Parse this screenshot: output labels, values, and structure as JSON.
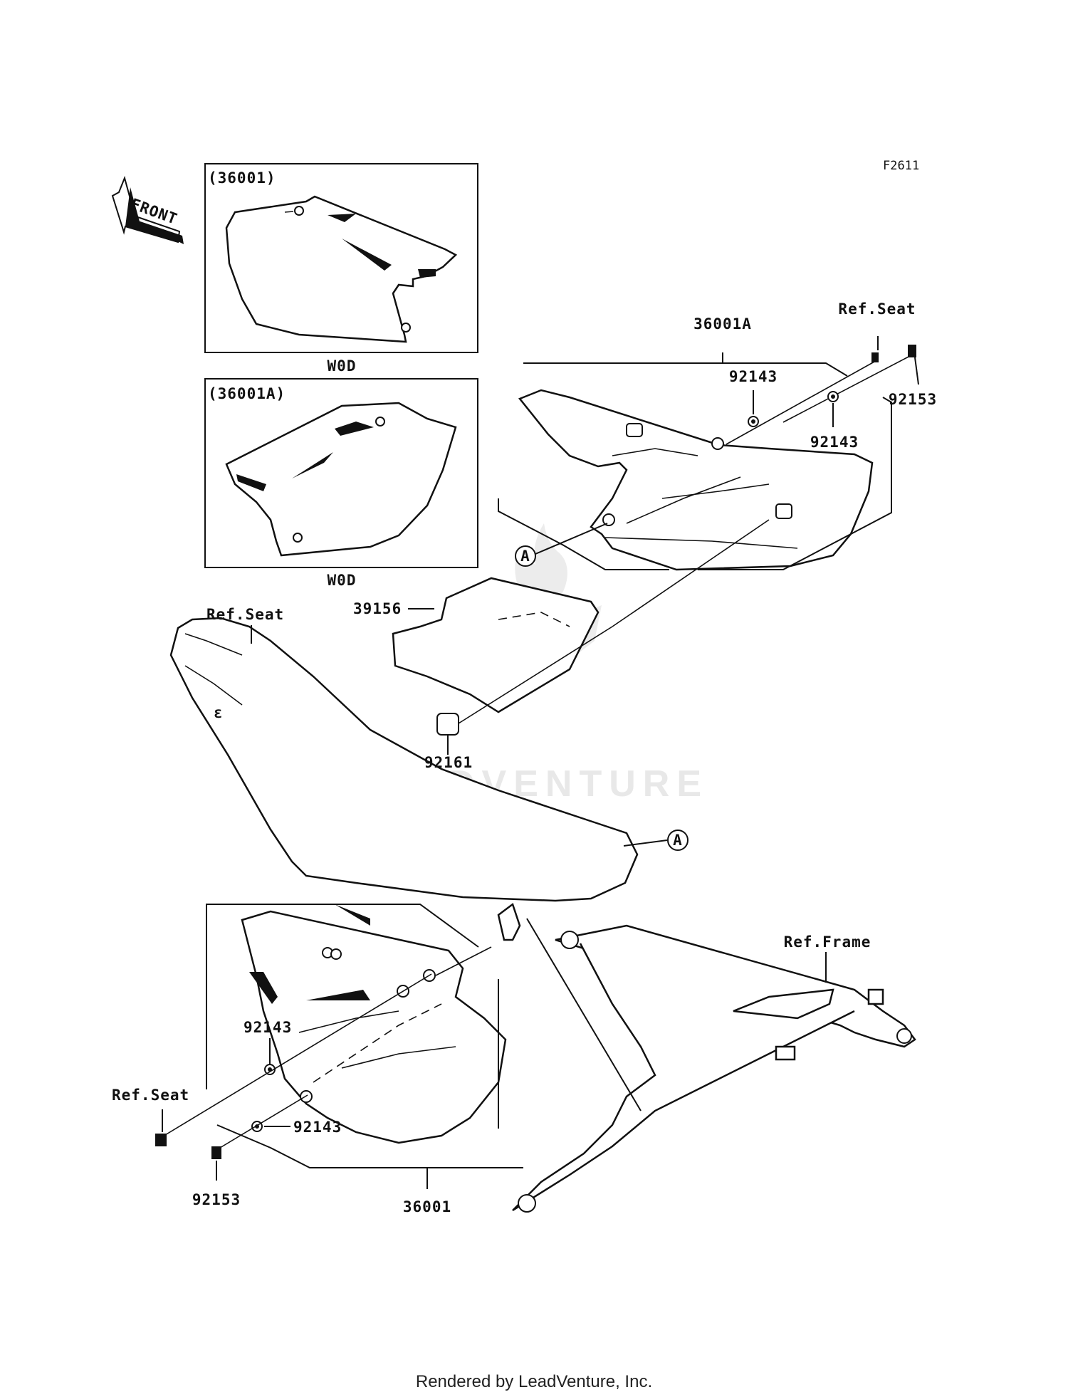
{
  "diagram": {
    "figure_code": "F2611",
    "front_arrow": "FRONT",
    "inset_boxes": [
      {
        "title": "(36001)",
        "caption": "W0D"
      },
      {
        "title": "(36001A)",
        "caption": "W0D"
      }
    ],
    "labels": {
      "ref_seat_top": "Ref.Seat",
      "part_36001A": "36001A",
      "part_92143_a": "92143",
      "part_92143_b": "92143",
      "part_92153_top": "92153",
      "callout_a_upper": "A",
      "part_39156": "39156",
      "ref_seat_mid": "Ref.Seat",
      "part_92161": "92161",
      "callout_a_lower": "A",
      "ref_frame": "Ref.Frame",
      "part_92143_c": "92143",
      "ref_seat_bottom": "Ref.Seat",
      "part_92143_d": "92143",
      "part_92153_bottom": "92153",
      "part_36001": "36001"
    },
    "watermark": "LEADVENTURE",
    "footer": "Rendered by LeadVenture, Inc."
  }
}
